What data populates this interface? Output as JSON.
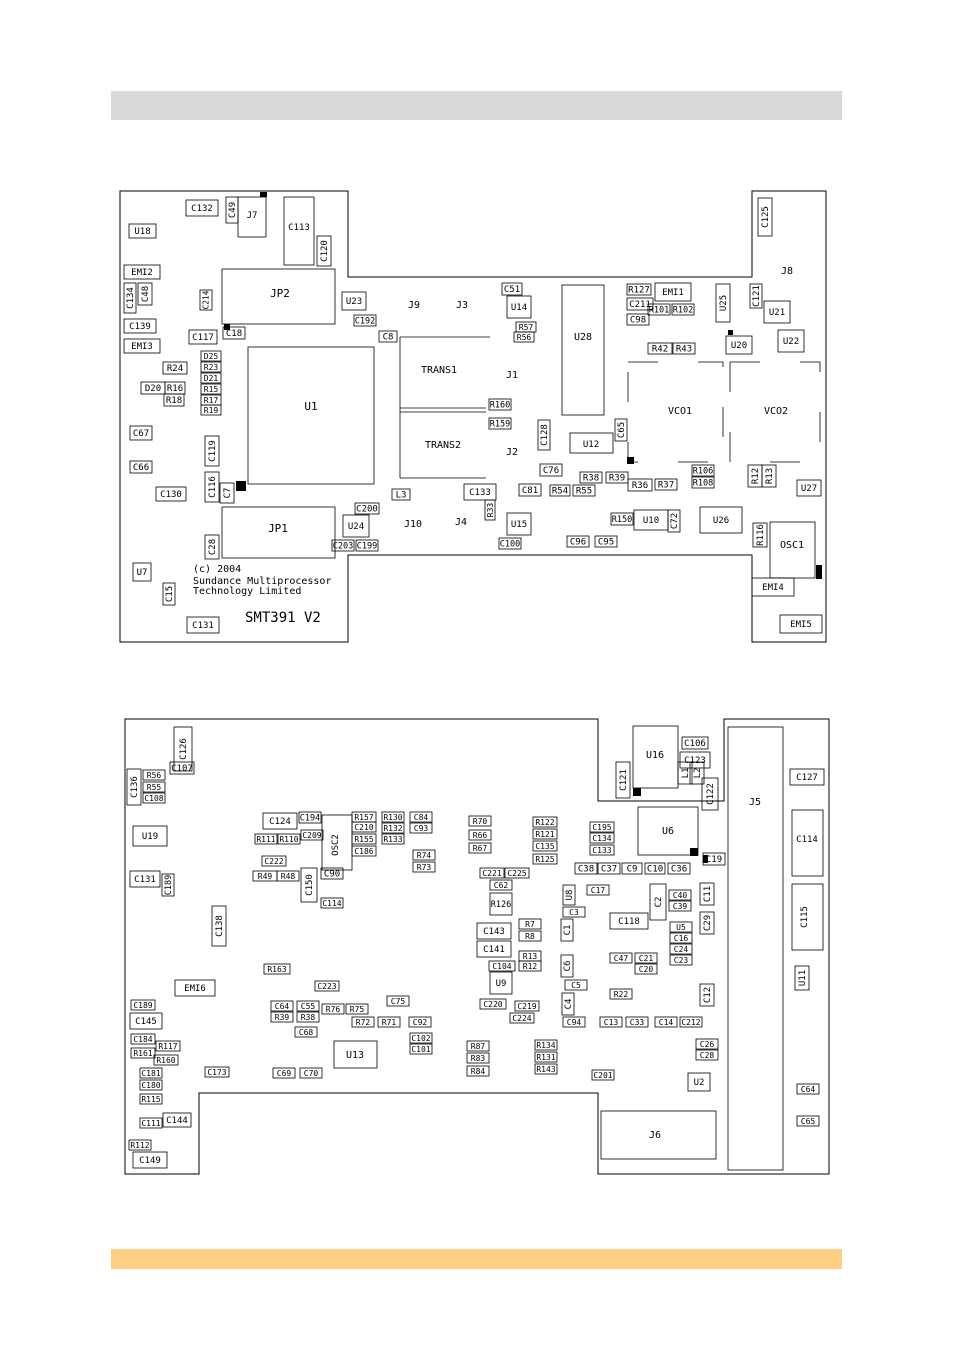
{
  "colors": {
    "header_band": "#d9d9d9",
    "footer_band": "#fccf82",
    "ink": "#000000",
    "board": "#ffffff"
  },
  "top_view": {
    "silkscreen": [
      "(c) 2004",
      "Sundance Multiprocessor",
      "Technology Limited"
    ],
    "board_name": "SMT391 V2",
    "big": [
      {
        "l": "U1"
      },
      {
        "l": "JP2"
      },
      {
        "l": "JP1"
      },
      {
        "l": "U28"
      },
      {
        "l": "VCO1"
      },
      {
        "l": "VCO2"
      },
      {
        "l": "OSC1"
      },
      {
        "l": "C113"
      },
      {
        "l": "J7"
      },
      {
        "l": "U12"
      },
      {
        "l": "U26"
      }
    ],
    "labels": [
      {
        "t": "TRANS1"
      },
      {
        "t": "TRANS2"
      },
      {
        "t": "J9"
      },
      {
        "t": "J3"
      },
      {
        "t": "J10"
      },
      {
        "t": "J4"
      },
      {
        "t": "J1"
      },
      {
        "t": "J2"
      },
      {
        "t": "J8"
      }
    ],
    "parts": [
      {
        "t": "U18"
      },
      {
        "t": "C132"
      },
      {
        "t": "C49"
      },
      {
        "t": "C120"
      },
      {
        "t": "EMI2"
      },
      {
        "t": "C134"
      },
      {
        "t": "C48"
      },
      {
        "t": "C214"
      },
      {
        "t": "C139"
      },
      {
        "t": "C117"
      },
      {
        "t": "C18"
      },
      {
        "t": "EMI3"
      },
      {
        "t": "D25"
      },
      {
        "t": "R23"
      },
      {
        "t": "D21"
      },
      {
        "t": "R15"
      },
      {
        "t": "R17"
      },
      {
        "t": "R19"
      },
      {
        "t": "R24"
      },
      {
        "t": "D20"
      },
      {
        "t": "R16"
      },
      {
        "t": "R18"
      },
      {
        "t": "C67"
      },
      {
        "t": "C119"
      },
      {
        "t": "C116"
      },
      {
        "t": "C7"
      },
      {
        "t": "C66"
      },
      {
        "t": "C130"
      },
      {
        "t": "C28"
      },
      {
        "t": "U7"
      },
      {
        "t": "C15"
      },
      {
        "t": "C131"
      },
      {
        "t": "U23"
      },
      {
        "t": "C192"
      },
      {
        "t": "C8"
      },
      {
        "t": "C51"
      },
      {
        "t": "U14"
      },
      {
        "t": "R57"
      },
      {
        "t": "R56"
      },
      {
        "t": "R160"
      },
      {
        "t": "R159"
      },
      {
        "t": "C128"
      },
      {
        "t": "C76"
      },
      {
        "t": "C133"
      },
      {
        "t": "L3"
      },
      {
        "t": "C200"
      },
      {
        "t": "U24"
      },
      {
        "t": "C203"
      },
      {
        "t": "C199"
      },
      {
        "t": "U15"
      },
      {
        "t": "R33"
      },
      {
        "t": "C100"
      },
      {
        "t": "C81"
      },
      {
        "t": "R54"
      },
      {
        "t": "R55"
      },
      {
        "t": "R38"
      },
      {
        "t": "R39"
      },
      {
        "t": "C96"
      },
      {
        "t": "C95"
      },
      {
        "t": "R36"
      },
      {
        "t": "R37"
      },
      {
        "t": "R150"
      },
      {
        "t": "U10"
      },
      {
        "t": "C72"
      },
      {
        "t": "C65"
      },
      {
        "t": "R127"
      },
      {
        "t": "C211"
      },
      {
        "t": "EMI1"
      },
      {
        "t": "U25"
      },
      {
        "t": "C121"
      },
      {
        "t": "U21"
      },
      {
        "t": "C98"
      },
      {
        "t": "R101"
      },
      {
        "t": "R102"
      },
      {
        "t": "R42"
      },
      {
        "t": "R43"
      },
      {
        "t": "U20"
      },
      {
        "t": "U22"
      },
      {
        "t": "C125"
      },
      {
        "t": "R106"
      },
      {
        "t": "R108"
      },
      {
        "t": "R12"
      },
      {
        "t": "R13"
      },
      {
        "t": "U27"
      },
      {
        "t": "R116"
      },
      {
        "t": "EMI4"
      },
      {
        "t": "EMI5"
      }
    ]
  },
  "bottom_view": {
    "big": [
      {
        "l": "U16"
      },
      {
        "l": "U6"
      },
      {
        "l": "J5"
      },
      {
        "l": "J6"
      },
      {
        "l": "U13"
      },
      {
        "l": "C114"
      },
      {
        "l": "C115"
      },
      {
        "l": "OSC2"
      }
    ],
    "parts": [
      {
        "t": "C126"
      },
      {
        "t": "C136"
      },
      {
        "t": "R56"
      },
      {
        "t": "R55"
      },
      {
        "t": "C108"
      },
      {
        "t": "C107"
      },
      {
        "t": "U19"
      },
      {
        "t": "C124"
      },
      {
        "t": "C194"
      },
      {
        "t": "R157"
      },
      {
        "t": "R130"
      },
      {
        "t": "C84"
      },
      {
        "t": "R70"
      },
      {
        "t": "R122"
      },
      {
        "t": "C106"
      },
      {
        "t": "C123"
      },
      {
        "t": "C127"
      },
      {
        "t": "C121"
      },
      {
        "t": "L1"
      },
      {
        "t": "L2"
      },
      {
        "t": "C122"
      },
      {
        "t": "R111"
      },
      {
        "t": "R110"
      },
      {
        "t": "C209"
      },
      {
        "t": "C210"
      },
      {
        "t": "C93"
      },
      {
        "t": "R66"
      },
      {
        "t": "R121"
      },
      {
        "t": "C131"
      },
      {
        "t": "C135"
      },
      {
        "t": "R155"
      },
      {
        "t": "R132"
      },
      {
        "t": "R67"
      },
      {
        "t": "R125"
      },
      {
        "t": "C195"
      },
      {
        "t": "C134"
      },
      {
        "t": "C133"
      },
      {
        "t": "C222"
      },
      {
        "t": "C186"
      },
      {
        "t": "R133"
      },
      {
        "t": "R74"
      },
      {
        "t": "C38"
      },
      {
        "t": "C37"
      },
      {
        "t": "C9"
      },
      {
        "t": "C10"
      },
      {
        "t": "C36"
      },
      {
        "t": "C19"
      },
      {
        "t": "R49"
      },
      {
        "t": "R48"
      },
      {
        "t": "C150"
      },
      {
        "t": "C90"
      },
      {
        "t": "C189"
      },
      {
        "t": "R73"
      },
      {
        "t": "C221"
      },
      {
        "t": "C225"
      },
      {
        "t": "C62"
      },
      {
        "t": "C17"
      },
      {
        "t": "C40"
      },
      {
        "t": "C39"
      },
      {
        "t": "C11"
      },
      {
        "t": "C138"
      },
      {
        "t": "C114"
      },
      {
        "t": "R126"
      },
      {
        "t": "U8"
      },
      {
        "t": "C3"
      },
      {
        "t": "C2"
      },
      {
        "t": "C118"
      },
      {
        "t": "U5"
      },
      {
        "t": "C16"
      },
      {
        "t": "C24"
      },
      {
        "t": "C23"
      },
      {
        "t": "C29"
      },
      {
        "t": "C143"
      },
      {
        "t": "R7"
      },
      {
        "t": "R8"
      },
      {
        "t": "C1"
      },
      {
        "t": "C141"
      },
      {
        "t": "R13"
      },
      {
        "t": "R12"
      },
      {
        "t": "C6"
      },
      {
        "t": "C47"
      },
      {
        "t": "C21"
      },
      {
        "t": "C20"
      },
      {
        "t": "R163"
      },
      {
        "t": "C104"
      },
      {
        "t": "U9"
      },
      {
        "t": "C5"
      },
      {
        "t": "R22"
      },
      {
        "t": "EMI6"
      },
      {
        "t": "C223"
      },
      {
        "t": "C64"
      },
      {
        "t": "R39"
      },
      {
        "t": "C55"
      },
      {
        "t": "R38"
      },
      {
        "t": "R76"
      },
      {
        "t": "R75"
      },
      {
        "t": "C75"
      },
      {
        "t": "C220"
      },
      {
        "t": "C219"
      },
      {
        "t": "C224"
      },
      {
        "t": "C4"
      },
      {
        "t": "C12"
      },
      {
        "t": "C189"
      },
      {
        "t": "C145"
      },
      {
        "t": "R72"
      },
      {
        "t": "R71"
      },
      {
        "t": "C92"
      },
      {
        "t": "C94"
      },
      {
        "t": "C13"
      },
      {
        "t": "C33"
      },
      {
        "t": "C14"
      },
      {
        "t": "C212"
      },
      {
        "t": "U11"
      },
      {
        "t": "C184"
      },
      {
        "t": "C68"
      },
      {
        "t": "C102"
      },
      {
        "t": "C101"
      },
      {
        "t": "R87"
      },
      {
        "t": "R134"
      },
      {
        "t": "R83"
      },
      {
        "t": "R131"
      },
      {
        "t": "C26"
      },
      {
        "t": "C28"
      },
      {
        "t": "R117"
      },
      {
        "t": "R161"
      },
      {
        "t": "R160"
      },
      {
        "t": "C181"
      },
      {
        "t": "C180"
      },
      {
        "t": "R115"
      },
      {
        "t": "C173"
      },
      {
        "t": "C69"
      },
      {
        "t": "C70"
      },
      {
        "t": "R84"
      },
      {
        "t": "R143"
      },
      {
        "t": "U2"
      },
      {
        "t": "C201"
      },
      {
        "t": "C64"
      },
      {
        "t": "C111"
      },
      {
        "t": "C144"
      },
      {
        "t": "R112"
      },
      {
        "t": "C149"
      },
      {
        "t": "C65"
      }
    ]
  }
}
